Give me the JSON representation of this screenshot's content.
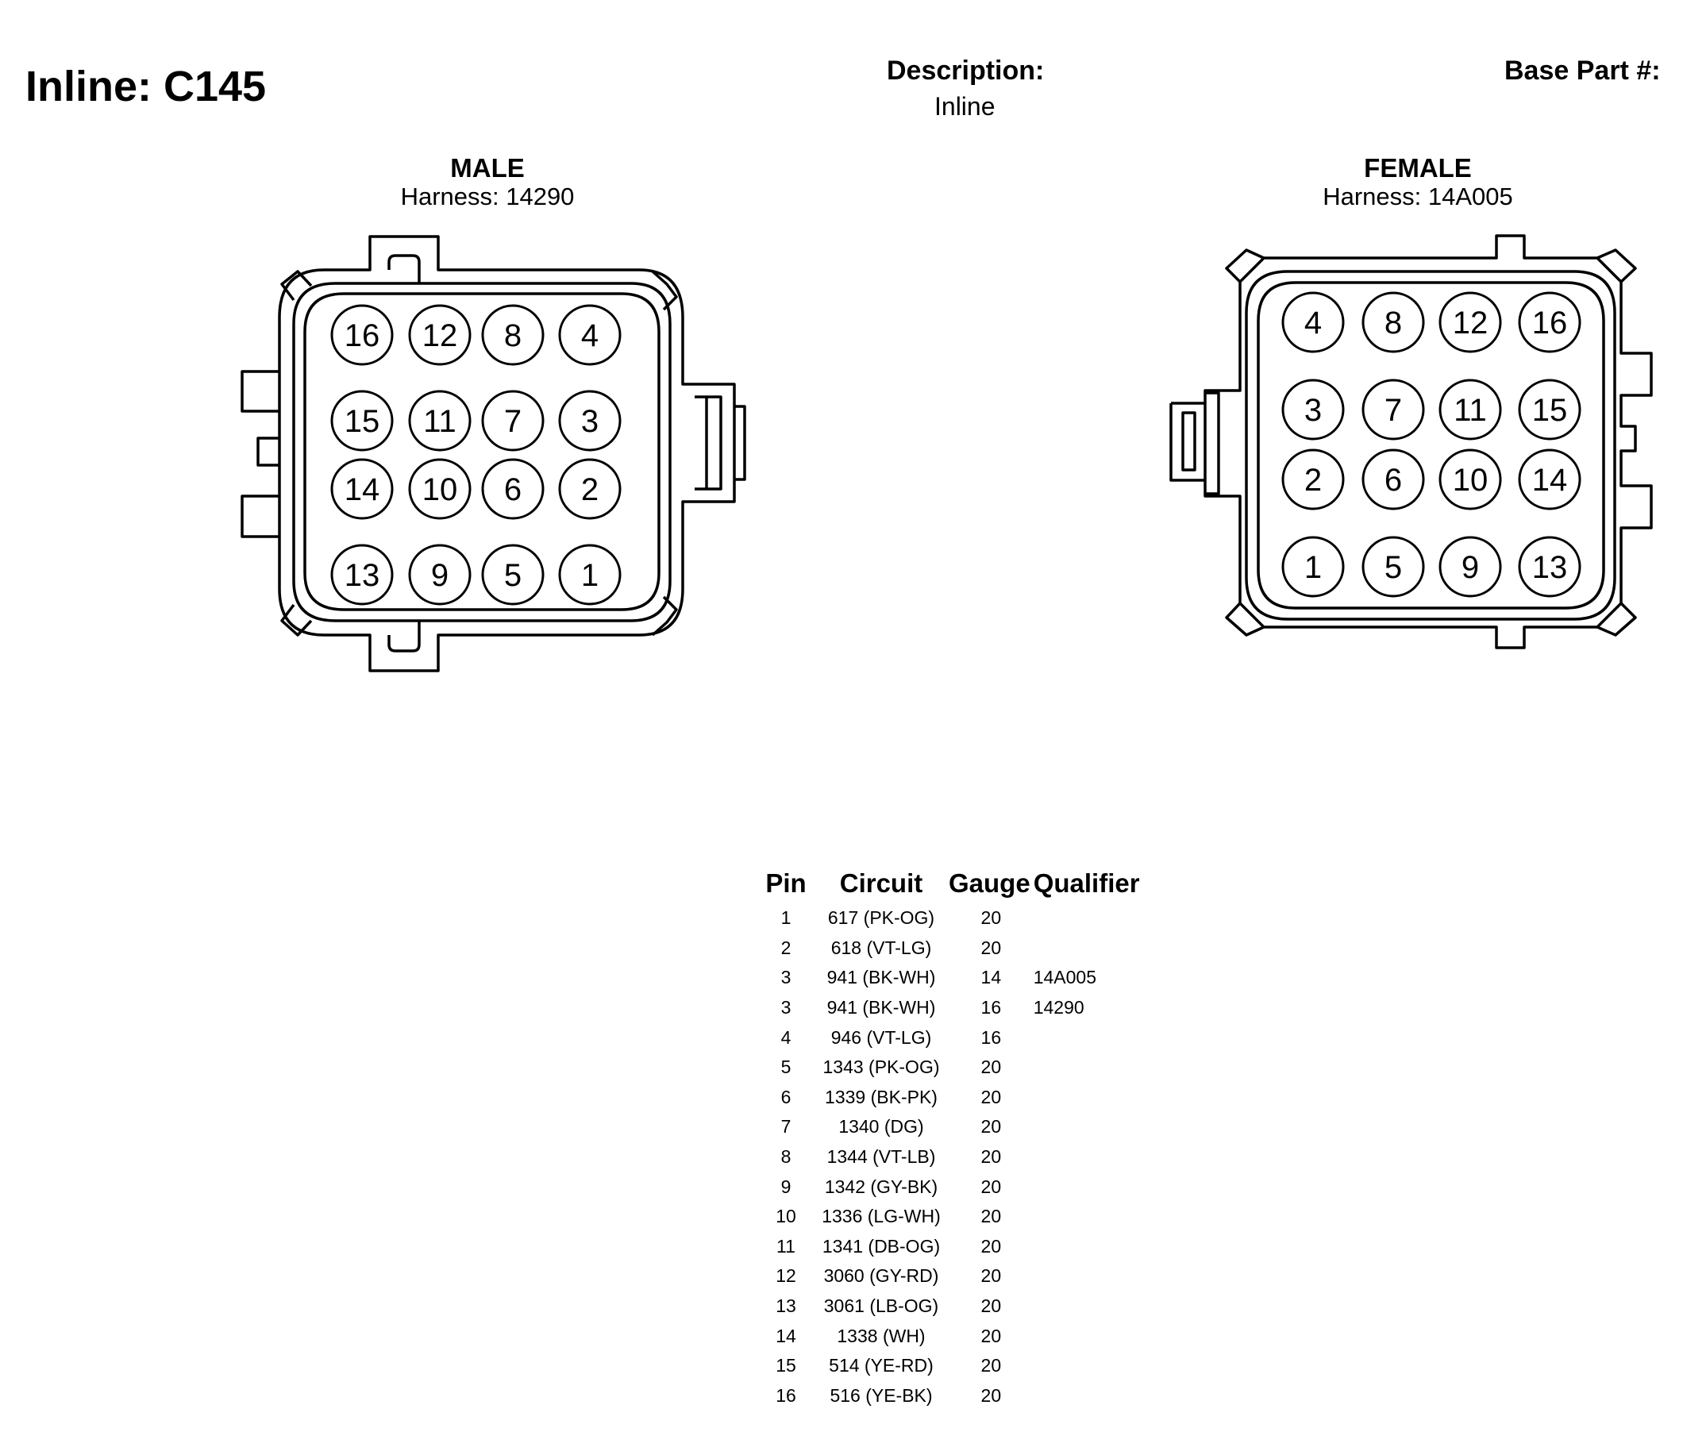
{
  "header": {
    "connector_title": "Inline: C145",
    "description_label": "Description:",
    "description_value": "Inline",
    "base_part_label": "Base Part #:"
  },
  "male": {
    "label": "MALE",
    "harness": "Harness: 14290",
    "rows": [
      [
        "16",
        "12",
        "8",
        "4"
      ],
      [
        "15",
        "11",
        "7",
        "3"
      ],
      [
        "14",
        "10",
        "6",
        "2"
      ],
      [
        "13",
        "9",
        "5",
        "1"
      ]
    ]
  },
  "female": {
    "label": "FEMALE",
    "harness": "Harness: 14A005",
    "rows": [
      [
        "4",
        "8",
        "12",
        "16"
      ],
      [
        "3",
        "7",
        "11",
        "15"
      ],
      [
        "2",
        "6",
        "10",
        "14"
      ],
      [
        "1",
        "5",
        "9",
        "13"
      ]
    ]
  },
  "pin_table": {
    "headers": [
      "Pin",
      "Circuit",
      "Gauge",
      "Qualifier"
    ],
    "rows": [
      [
        "1",
        "617 (PK-OG)",
        "20",
        ""
      ],
      [
        "2",
        "618 (VT-LG)",
        "20",
        ""
      ],
      [
        "3",
        "941 (BK-WH)",
        "14",
        "14A005"
      ],
      [
        "3",
        "941 (BK-WH)",
        "16",
        "14290"
      ],
      [
        "4",
        "946 (VT-LG)",
        "16",
        ""
      ],
      [
        "5",
        "1343 (PK-OG)",
        "20",
        ""
      ],
      [
        "6",
        "1339 (BK-PK)",
        "20",
        ""
      ],
      [
        "7",
        "1340 (DG)",
        "20",
        ""
      ],
      [
        "8",
        "1344 (VT-LB)",
        "20",
        ""
      ],
      [
        "9",
        "1342 (GY-BK)",
        "20",
        ""
      ],
      [
        "10",
        "1336 (LG-WH)",
        "20",
        ""
      ],
      [
        "11",
        "1341 (DB-OG)",
        "20",
        ""
      ],
      [
        "12",
        "3060 (GY-RD)",
        "20",
        ""
      ],
      [
        "13",
        "3061 (LB-OG)",
        "20",
        ""
      ],
      [
        "14",
        "1338 (WH)",
        "20",
        ""
      ],
      [
        "15",
        "514 (YE-RD)",
        "20",
        ""
      ],
      [
        "16",
        "516 (YE-BK)",
        "20",
        ""
      ]
    ]
  }
}
